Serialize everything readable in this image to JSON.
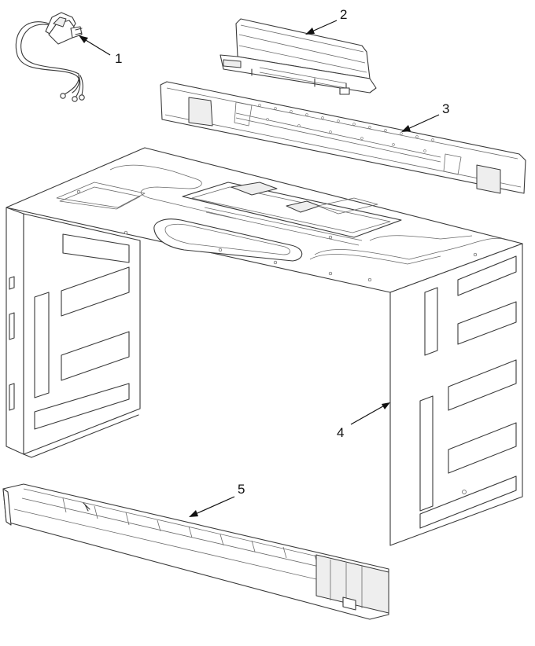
{
  "callouts": [
    {
      "id": "1",
      "label": "1"
    },
    {
      "id": "2",
      "label": "2"
    },
    {
      "id": "3",
      "label": "3"
    },
    {
      "id": "4",
      "label": "4"
    },
    {
      "id": "5",
      "label": "5"
    }
  ],
  "colors": {
    "line": "#3a3a3a",
    "background": "#ffffff"
  }
}
